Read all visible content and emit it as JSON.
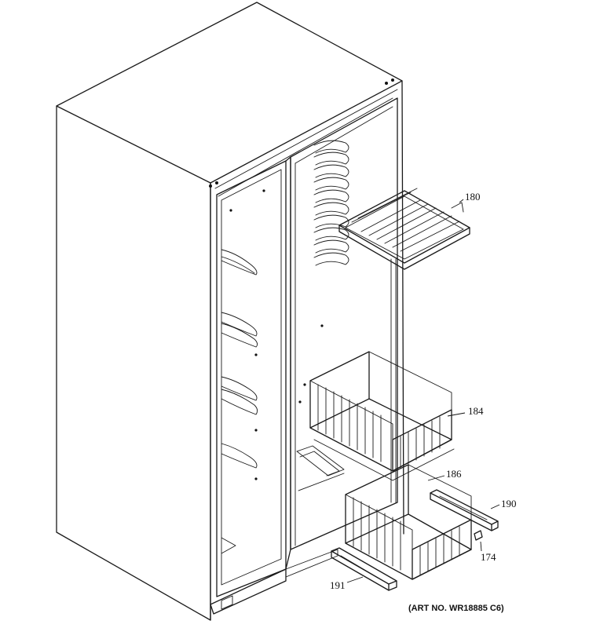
{
  "diagram": {
    "callouts": {
      "part_180": "180",
      "part_184": "184",
      "part_186": "186",
      "part_190": "190",
      "part_174": "174",
      "part_191": "191"
    },
    "art_number": "(ART NO. WR18885 C6)"
  }
}
